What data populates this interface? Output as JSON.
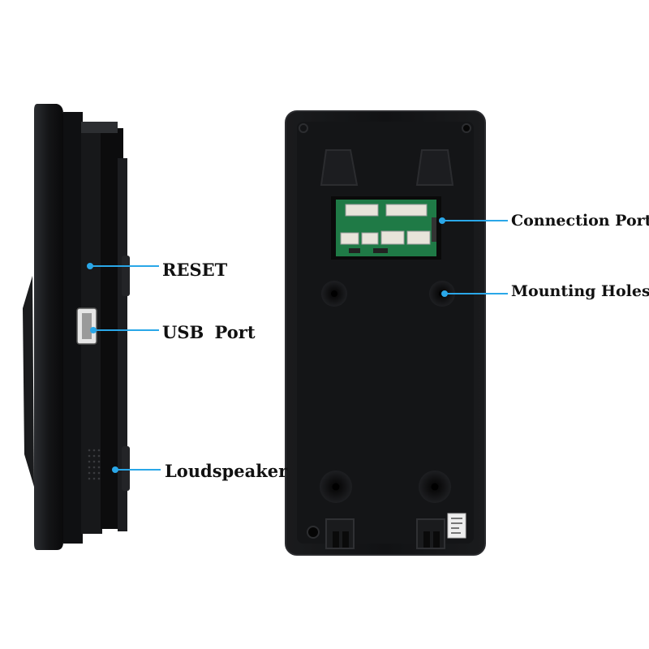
{
  "callouts": {
    "reset": "RESET",
    "usb_port": "USB  Port",
    "loudspeaker": "Loudspeaker",
    "connection_port": "Connection Port",
    "mounting_holes": "Mounting Holes"
  },
  "colors": {
    "device_body": "#0d0d0f",
    "device_edge": "#3a3c40",
    "callout_line": "#2aa7e8",
    "pcb": "#1f7a46",
    "label_text": "#111111",
    "background": "#ffffff"
  }
}
